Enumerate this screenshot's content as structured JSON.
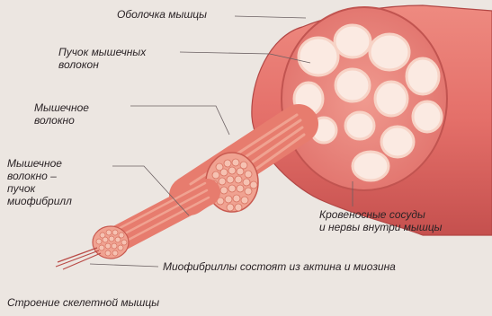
{
  "labels": {
    "sheath": "Оболочка мышцы",
    "bundle": "Пучок мышечных\nволокон",
    "fiber": "Мышечное\nволокно",
    "fiber_bundle": "Мышечное\nволокно –\nпучок\nмиофибрилл",
    "vessels": "Кровеносные сосуды\nи нервы внутри мышцы",
    "myofibrils": "Миофибриллы состоят из актина и миозина"
  },
  "caption": "Строение скелетной мышцы",
  "colors": {
    "muscle": "#e46f69",
    "muscle_dark": "#c5504e",
    "muscle_light": "#f4a39a",
    "fascicle_wall": "#f7d3c6",
    "fascicle_inner": "#fbeae2",
    "fiber_strand": "#ee9a87",
    "leader_line": "#6b6062"
  }
}
